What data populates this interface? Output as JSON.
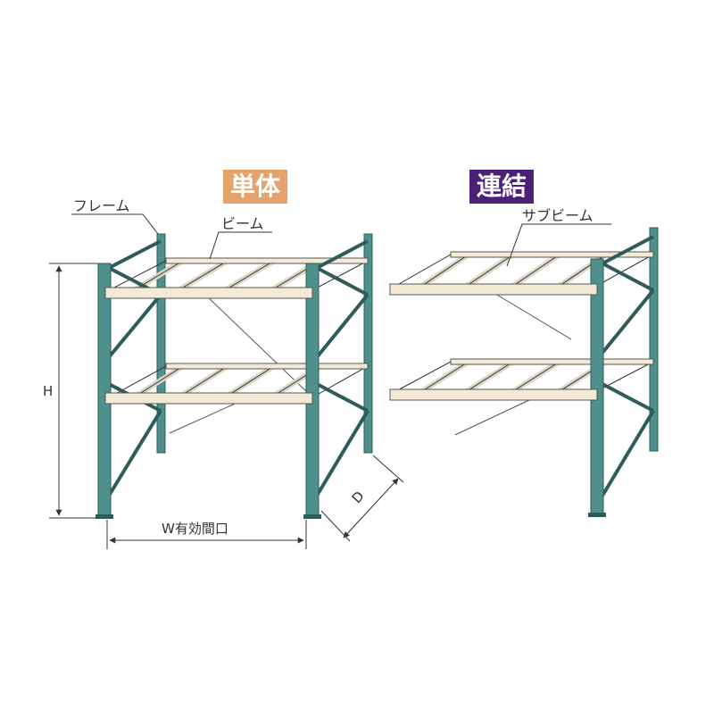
{
  "labels": {
    "single": "単体",
    "linked": "連結",
    "frame": "フレーム",
    "beam": "ビーム",
    "sub_beam": "サブビーム",
    "height": "H",
    "width": "W有効間口",
    "depth": "D"
  },
  "colors": {
    "single_badge": "#e3a36a",
    "linked_badge": "#4a2177",
    "upright": "#4f8f8c",
    "upright_dark": "#2e5c5a",
    "beam_fill": "#f2ead6",
    "beam_edge": "#555555",
    "deck": "#dcd6c4",
    "line": "#333333"
  }
}
